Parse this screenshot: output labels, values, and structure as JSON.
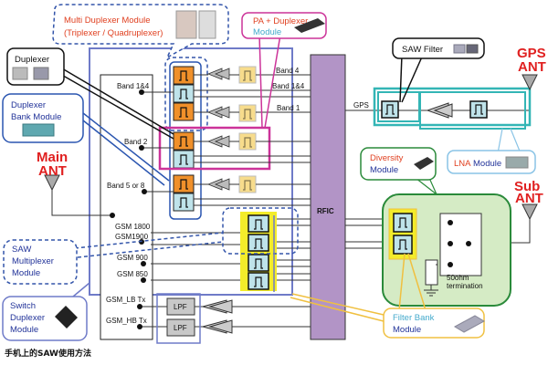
{
  "caption": "手机上的SAW使用方法",
  "colors": {
    "rfic": "#b294c6",
    "tx_filter": "#f0902a",
    "rx_filter": "#bfe3ea",
    "pa_filter": "#f7dc8c",
    "multiplexer_highlight": "#f3ec2a",
    "pa_duplexer_box": "#cc3399",
    "switch_module_box": "#5566bb",
    "lna_box": "#33b5b5",
    "diversity_bg": "#d5ebc5",
    "diversity_border": "#2a8a3a",
    "antenna_label": "#e02020",
    "callout_highlight_red": "#e04020",
    "callout_blue_text": "#223399",
    "callout_teal_text": "#44aacc"
  },
  "antennas": {
    "main": [
      "Main",
      "ANT"
    ],
    "gps": [
      "GPS",
      "ANT"
    ],
    "sub": [
      "Sub",
      "ANT"
    ]
  },
  "switch_ports": [
    "Band 1&4",
    "Band 2",
    "Band 5 or 8",
    "GSM 1800",
    "GSM1900",
    "GSM 900",
    "GSM 850",
    "GSM_LB Tx",
    "GSM_HB Tx"
  ],
  "rfic_label": "RFIC",
  "rfic_bands": [
    "Band 4",
    "Band 1&4",
    "Band 1"
  ],
  "gps_line_label": "GPS",
  "lpf_label": "LPF",
  "termination_label": [
    "50ohm",
    "termination"
  ],
  "callouts": {
    "multi_duplexer": [
      "Multi Duplexer Module",
      "(Triplexer / Quadruplexer)"
    ],
    "duplexer": "Duplexer",
    "duplexer_bank": [
      "Duplexer",
      "Bank Module"
    ],
    "pa_duplexer": [
      "PA + Duplexer",
      "Module"
    ],
    "saw_filter": "SAW Filter",
    "lna_module": [
      "LNA",
      "Module"
    ],
    "diversity": [
      "Diversity",
      "Module"
    ],
    "saw_multiplexer": [
      "SAW",
      "Multiplexer",
      "Module"
    ],
    "switch_duplexer": [
      "Switch",
      "Duplexer",
      "Module"
    ],
    "filter_bank": [
      "Filter Bank",
      "Module"
    ]
  }
}
